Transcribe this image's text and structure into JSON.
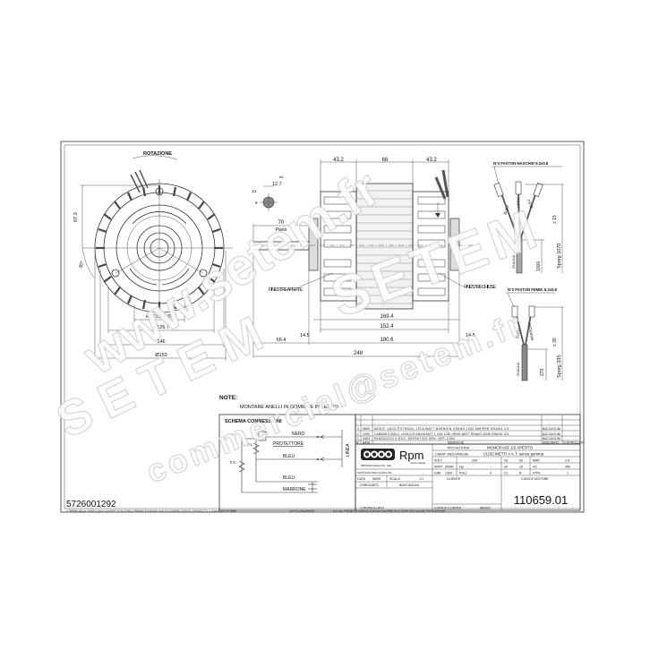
{
  "drawing": {
    "part_number_left": "5726001292",
    "part_number_right": "110659.01",
    "front_view": {
      "rotation_label": "ROTAZIONE",
      "dim_height": "67.3",
      "dim_angle": "30°",
      "accopp": "ACCOPP.Ø62",
      "dia_126": "Ø126.7",
      "width_146": "146",
      "dia_153": "Ø153"
    },
    "shaft_detail": {
      "dim_12_7": "12.7",
      "dim_13": "13",
      "dim_9": "9",
      "h6": "h6",
      "dim_70": "70",
      "piano": "Piano"
    },
    "side_view": {
      "dim_43_2_left": "43.2",
      "dim_66": "66",
      "dim_43_2_right": "43.2",
      "finestre_aperte": "FINESTRE APERTE",
      "finestre_chiuse": "FINESTRE CHIUSE",
      "dim_169_4": "169.4",
      "dim_152_4": "152.4",
      "dim_14_5_left": "14.5",
      "dim_14_5_right": "14.5",
      "dim_66_4": "66.4",
      "dim_180_6": "180.6",
      "dim_248": "248"
    },
    "leads_top": {
      "title": "N°3 FASTON MASCHIO 6.3x0.8",
      "wire1": "BLEU",
      "wire2": "NERO",
      "wire3": "BLEU",
      "sheath": "GUAINA",
      "length": "1000",
      "tolerance": "± 15",
      "sporg": "Sporg 1070"
    },
    "leads_bottom": {
      "title": "N°2 FASTON FEMM. 6.3x0.8",
      "wire1": "BLEU",
      "wire2": "MARRONE",
      "sheath": "GUAINA",
      "length": "270",
      "tolerance": "± 30",
      "sporg": "Sporg 335"
    },
    "note": {
      "title": "NOTE:",
      "text": "MONTARE ANELLI IN GOMMA E IN FERRO"
    },
    "schema": {
      "title": "SCHEMA CONNESSIONI",
      "fl": "F.L.",
      "fc": "F.C.",
      "nero": "NERO",
      "protettore": "PROTETTORE",
      "bleu1": "BLEU",
      "bleu2": "BLEU",
      "marrone": "MARRONE",
      "linea": "LINEA"
    },
    "revisions": {
      "rows": [
        {
          "n": "-",
          "date": "-",
          "desc": "-",
          "by": "-"
        },
        {
          "n": "-",
          "date": "-",
          "desc": "-",
          "by": "-"
        },
        {
          "n": "3",
          "date": "06/09",
          "desc": "MODIF. CAVO POTENZA, LEVA WATT MARNGIN GRANO 1000 AMPERE GRANO 3.5",
          "by": "BACCAGLINI"
        },
        {
          "n": "2",
          "date": "12/05",
          "desc": "CAMBIATO BOLLI, LEVA A FLANGIA MOT. 1 CAV 1250 GRNO WATT GRANO 400W GRANO 123",
          "by": "BACCAGLINI"
        },
        {
          "n": "1",
          "date": "03/03",
          "desc": "PASSAGGIO A DOC. DEFINITIVO GRN. SPP-1/063",
          "by": "BACCAGLINI"
        }
      ],
      "header": {
        "n": "N°",
        "date": "DATA",
        "desc": "MODIFICHE",
        "by": "DISEGNATO",
        "checked": "CONTROLLATO"
      }
    },
    "title_block": {
      "logo_text": "Rpm",
      "logo_sub": "motori elettrici",
      "company_line": "RPM Motori Elettrici Srl - Italy",
      "tipo_motore_label": "TIPO MOTORE",
      "tipo_motore_value": "MONOFASE 1/2 APERTO",
      "carat_label": "CARAT. MECCANICHE",
      "carat_value": "CUSCINETTI x A.T. senza gomma",
      "volt_label": "VOLT",
      "volt_value": "230",
      "hz_label": "Hz",
      "hz_value": "50",
      "amp_label": "AMP.",
      "amp_value": "2.9",
      "watt_label": "WATT",
      "watt_value": "600W",
      "hp_label": "Hp",
      "hp_value": "-",
      "uf_label": "uF",
      "uf_value": "10",
      "vc_label": "VC",
      "vc_value": "450",
      "giri_label": "GIRI",
      "giri_value": "1300",
      "poli_label": "POLI",
      "poli_value": "4",
      "cl_label": "CL.",
      "cl_value": "B",
      "fili_label": "N°FIL",
      "fili_value": "1",
      "file_label": "SOST.DOC.PRIV.N.DOC.NS.",
      "file_value": "-",
      "data_label": "DATA",
      "data_value": "06/09",
      "scala_label": "SCALA",
      "scala_value": "1:1",
      "disegnato_label": "DISEGNATO",
      "disegnato_value": "BACCAGLINI",
      "controllato_label": "CONTROLLATO",
      "cliente_label": "CLIENTE",
      "codice_motore_label": "CODICE MOTORE",
      "codice_cliente_label": "CODICE CLIENTE",
      "codice_cliente_value": "882031",
      "codice_motore_value": "110659.01"
    },
    "footer": {
      "left": "A TERMINI DELLE VIGENTI LEGGI SUI DIRITTI D'AUTORE IL PRESENTE DISEGNO NON PUÒ ESSERE COPIATO, RIPRODOTTO O COMUNICATO A TERZI",
      "mid": "2 OTTE CONCORDATE",
      "right": "N.B. DEL PRESENTE DISEGNO È VALIDA SOLAMENTE LA COPIA NON SOGGETTA A MODIFICHE"
    },
    "watermarks": {
      "wm1": "www.setem.fr",
      "wm2": "SETEM",
      "wm3": "commercial@setem.fr",
      "wm4": "SETEM"
    }
  }
}
